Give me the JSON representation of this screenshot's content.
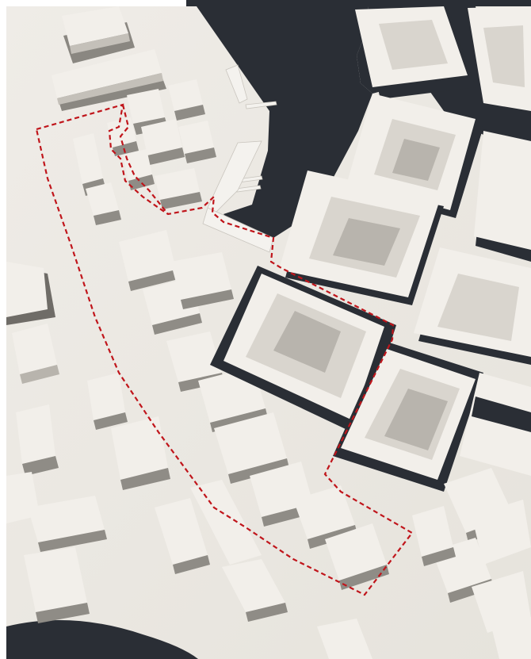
{
  "map": {
    "style": "monochrome 3D massing site plan",
    "colors": {
      "ground": "#ebe8e2",
      "water": "#2a2e35",
      "roof": "#f1eee9",
      "wall": "#c9c5be",
      "shadow": "#6f6c67",
      "boundary": "#c0151b"
    },
    "layers": [
      "water",
      "ground",
      "buildings",
      "piers",
      "site-boundary"
    ],
    "site_boundary": {
      "line_style": "dashed",
      "color": "#c0151b"
    }
  }
}
